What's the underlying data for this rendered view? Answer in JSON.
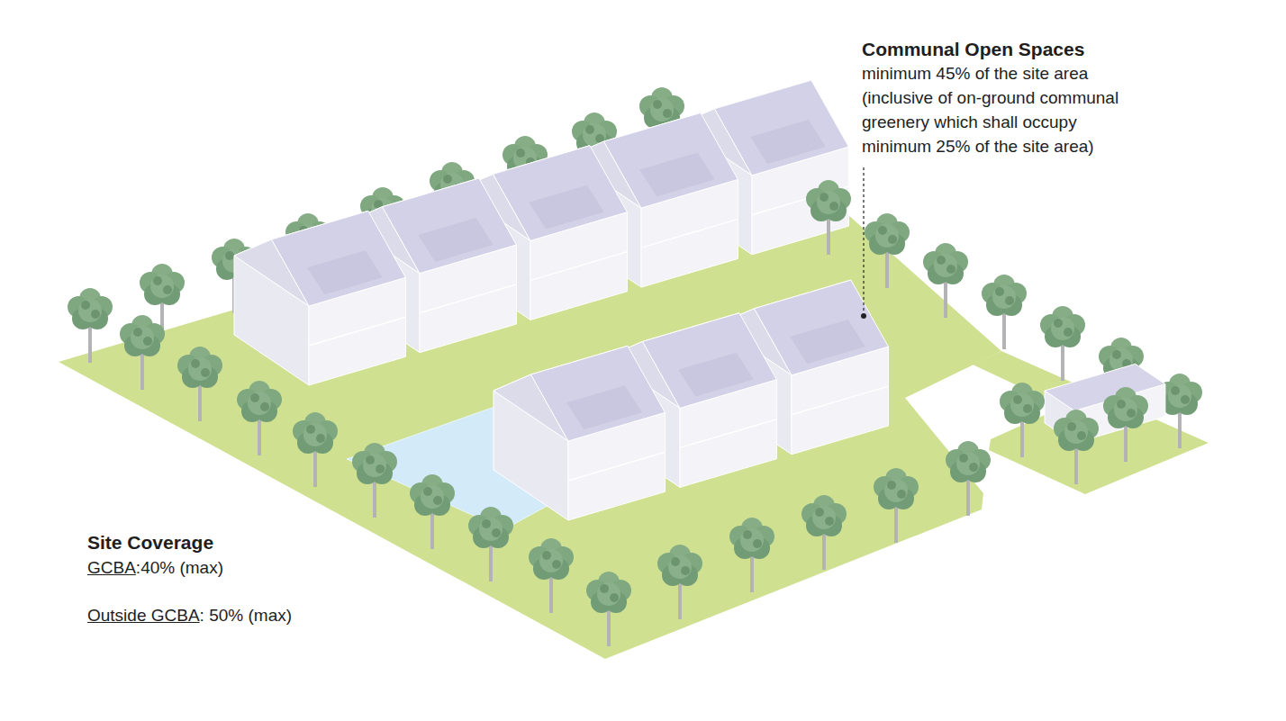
{
  "diagram": {
    "labels": [
      "Communal Open Spaces",
      "minimum 45% of the site area (inclusive of on-ground communal greenery which shall occupy minimum 25% of the site area)",
      "Site Coverage",
      "GCBA",
      ":40% (max)",
      "Outside GCBA",
      ": 50% (max)"
    ]
  }
}
